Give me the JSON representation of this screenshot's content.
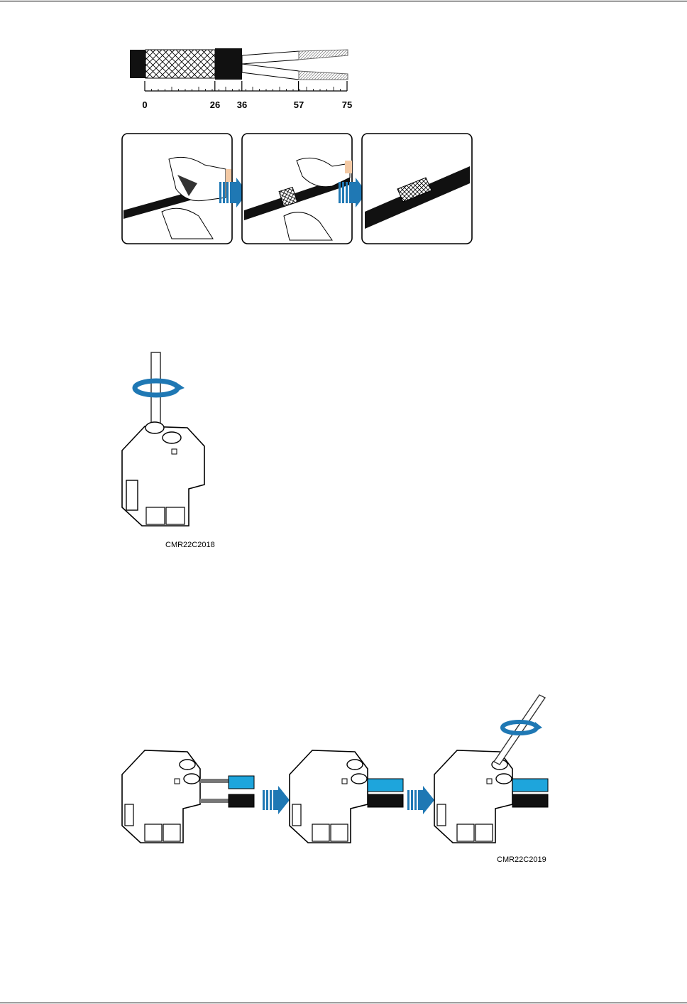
{
  "figures": {
    "stripping_diagram": {
      "ruler_labels": [
        "0",
        "26",
        "36",
        "57",
        "75"
      ],
      "ruler_values": [
        0,
        26,
        36,
        57,
        75
      ]
    },
    "shield_steps": {
      "panel_count": 3
    },
    "connector_figure_1": {
      "caption": "CMR22C2018"
    },
    "connector_figure_2": {
      "caption": "CMR22C2019"
    }
  },
  "colors": {
    "arrow_blue": "#1f78b4",
    "wire_blue": "#1ea5dc",
    "outline": "#000000"
  }
}
